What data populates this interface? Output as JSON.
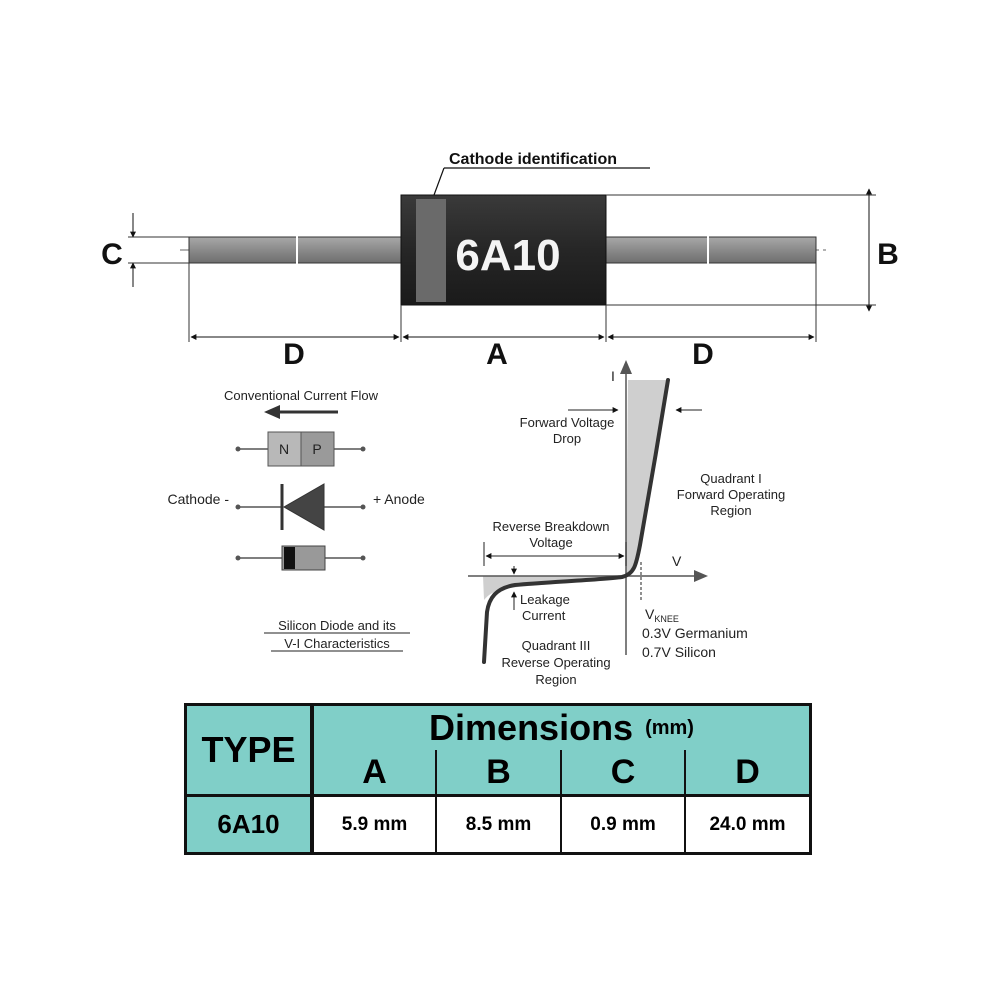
{
  "package_drawing": {
    "callout": "Cathode identification",
    "marking": "6A10",
    "dim_labels": {
      "c": "C",
      "b": "B",
      "d_left": "D",
      "a": "A",
      "d_right": "D"
    },
    "colors": {
      "body": "#2a2a2a",
      "lead": "#8f8f8f",
      "band": "#6a6a6a"
    }
  },
  "symbols": {
    "current_flow": "Conventional Current Flow",
    "n_label": "N",
    "p_label": "P",
    "cathode": "Cathode -",
    "anode": "+ Anode",
    "caption_line1": "Silicon Diode and its",
    "caption_line2": "V-I Characteristics"
  },
  "vi_curve": {
    "axis_i": "I",
    "axis_v": "V",
    "forward_drop_1": "Forward Voltage",
    "forward_drop_2": "Drop",
    "quadrant1_1": "Quadrant I",
    "quadrant1_2": "Forward Operating",
    "quadrant1_3": "Region",
    "breakdown_1": "Reverse Breakdown",
    "breakdown_2": "Voltage",
    "leakage_1": "Leakage",
    "leakage_2": "Current",
    "quadrant3_1": "Quadrant III",
    "quadrant3_2": "Reverse Operating",
    "quadrant3_3": "Region",
    "vknee_main": "V",
    "vknee_sub": "KNEE",
    "germanium": "0.3V Germanium",
    "silicon": "0.7V Silicon"
  },
  "dimensions_table": {
    "type_header": "TYPE",
    "dim_header": "Dimensions",
    "unit": "(mm)",
    "columns": [
      "A",
      "B",
      "C",
      "D"
    ],
    "row": {
      "type": "6A10",
      "values": [
        "5.9 mm",
        "8.5 mm",
        "0.9 mm",
        "24.0 mm"
      ]
    },
    "colors": {
      "header_bg": "#80cfc8"
    }
  }
}
